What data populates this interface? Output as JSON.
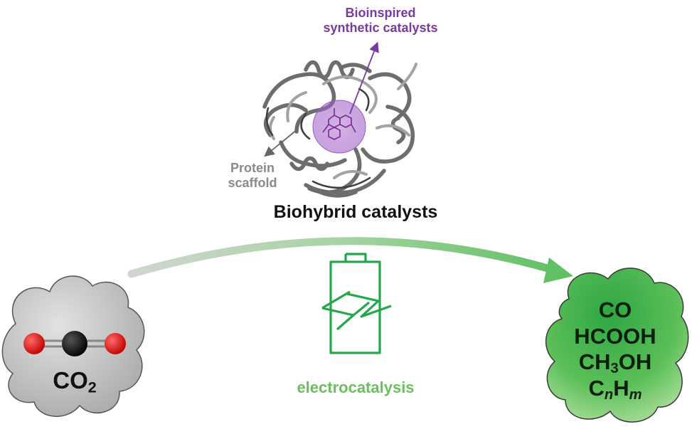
{
  "title": "Biohybrid catalysts",
  "labels": {
    "bioinspired_line1": "Bioinspired",
    "bioinspired_line2": "synthetic catalysts",
    "scaffold_line1": "Protein",
    "scaffold_line2": "scaffold",
    "electrocatalysis": "electrocatalysis"
  },
  "reactant": {
    "base": "CO",
    "sub": "2"
  },
  "products": [
    {
      "parts": [
        {
          "t": "CO"
        }
      ]
    },
    {
      "parts": [
        {
          "t": "HCOOH"
        }
      ]
    },
    {
      "parts": [
        {
          "t": "CH"
        },
        {
          "t": "3",
          "sub": true
        },
        {
          "t": "OH"
        }
      ]
    },
    {
      "parts": [
        {
          "t": "C"
        },
        {
          "t": "n",
          "sub": true,
          "italic": true
        },
        {
          "t": "H"
        },
        {
          "t": "m",
          "sub": true,
          "italic": true
        }
      ]
    }
  ],
  "colors": {
    "bioinspired": "#7a3aa0",
    "scaffold": "#8a8a8a",
    "electrocatalysis": "#6cbf5f",
    "battery": "#22a84a",
    "co2_cloud": "#bdbdbd",
    "product_cloud": "#4dbb55",
    "oxygen": "#e01010",
    "carbon": "#111111"
  },
  "icons": {
    "protein": "protein-ribbon-icon",
    "battery": "battery-bolt-icon",
    "molecule": "co2-molecule-icon"
  }
}
